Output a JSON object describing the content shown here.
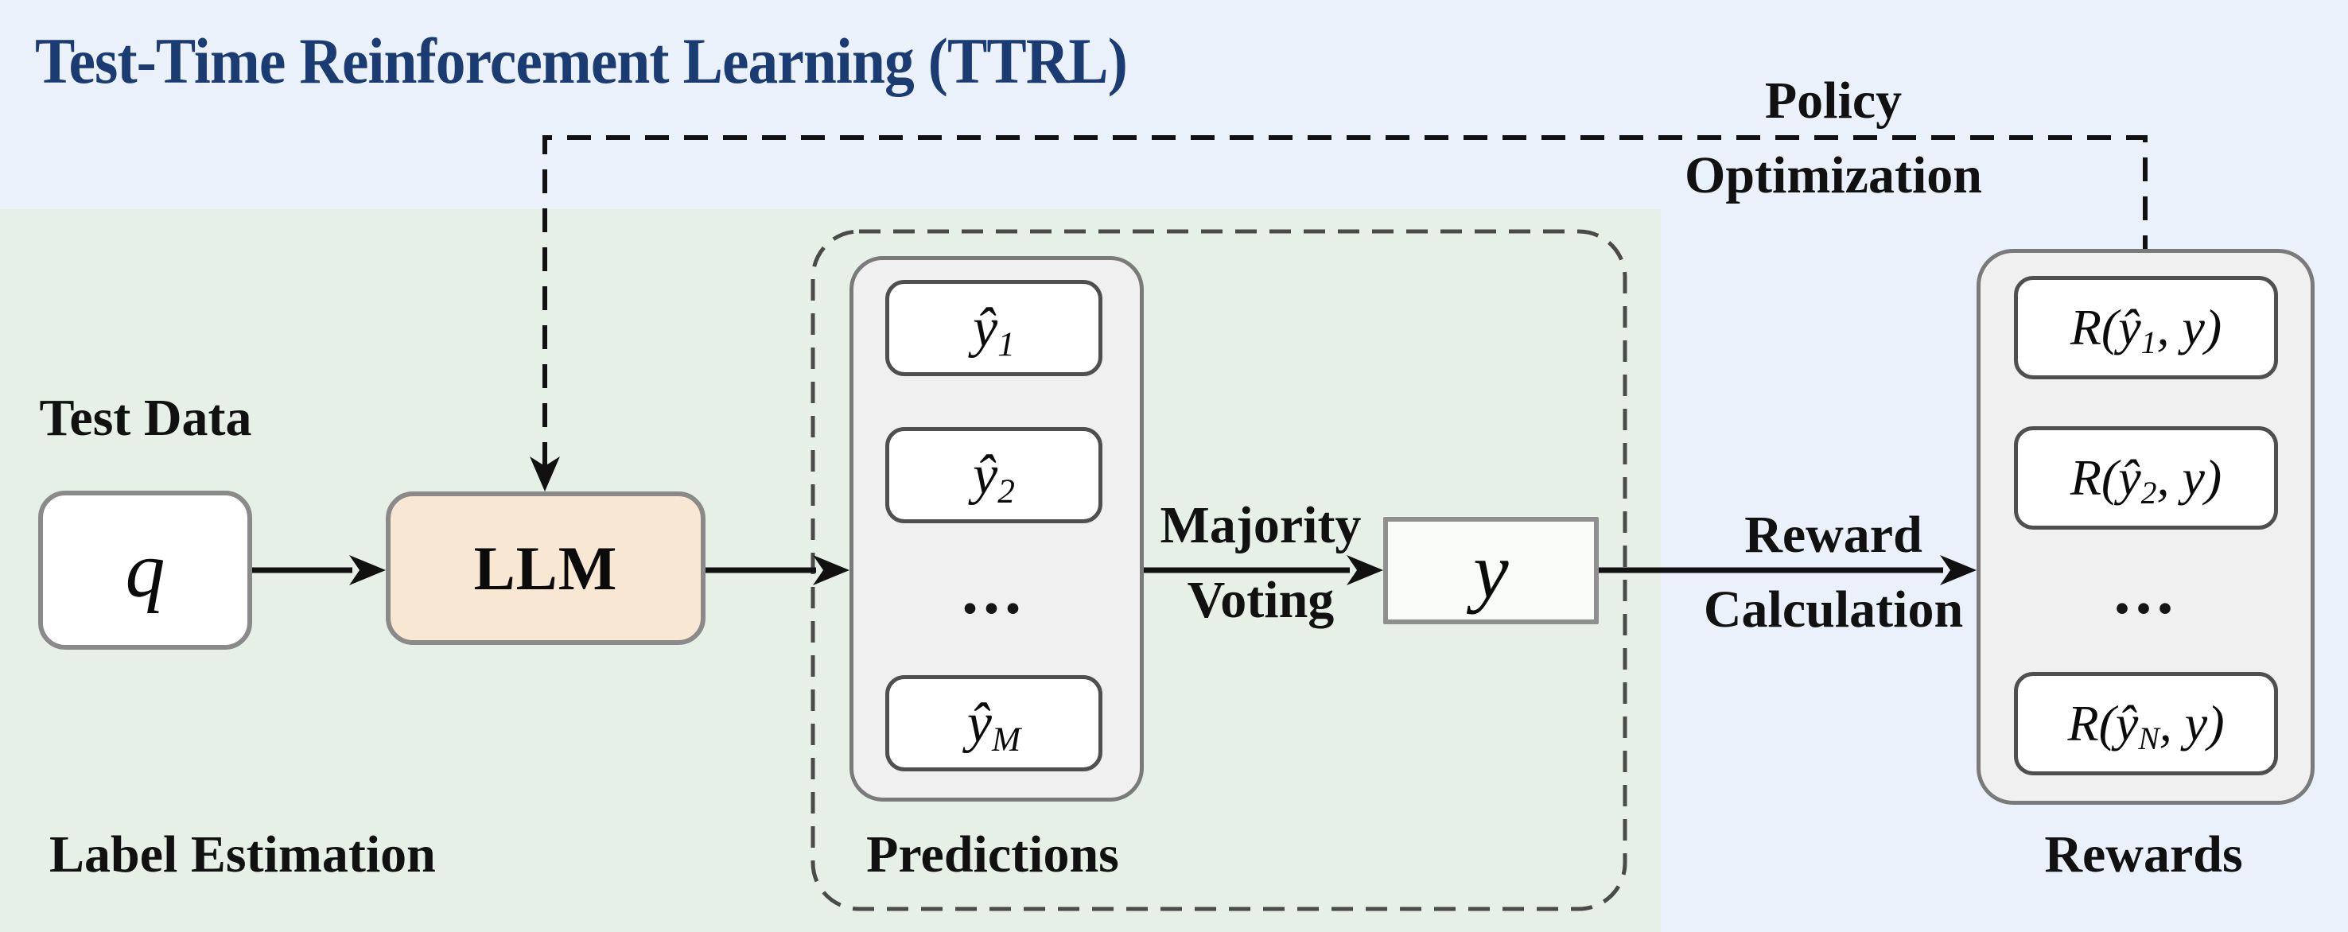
{
  "title": "Test-Time Reinforcement Learning (TTRL)",
  "colors": {
    "blue_bg": "#EAF1FA",
    "green_bg": "#E6F0E7",
    "navy": "#1B3C72",
    "llm_fill": "#F8E7D2",
    "group_fill": "#F0F0F0",
    "ybox_fill": "#F9FBF9",
    "ink": "#111111"
  },
  "labels": {
    "test_data": "Test Data",
    "label_estimation": "Label Estimation",
    "predictions": "Predictions",
    "rewards": "Rewards",
    "majority_voting_line1": "Majority",
    "majority_voting_line2": "Voting",
    "reward_calculation_line1": "Reward",
    "reward_calculation_line2": "Calculation",
    "policy_optimization_line1": "Policy",
    "policy_optimization_line2": "Optimization"
  },
  "nodes": {
    "query": "q",
    "llm": "LLM",
    "estimated_label": "y",
    "predictions": {
      "dots": "...",
      "items": [
        {
          "base": "ŷ",
          "sub": "1"
        },
        {
          "base": "ŷ",
          "sub": "2"
        },
        {
          "base": "ŷ",
          "sub": "M"
        }
      ]
    },
    "rewards": {
      "dots": "...",
      "items": [
        {
          "pre": "R(",
          "base": "ŷ",
          "sub": "1",
          "post": ", y)"
        },
        {
          "pre": "R(",
          "base": "ŷ",
          "sub": "2",
          "post": ", y)"
        },
        {
          "pre": "R(",
          "base": "ŷ",
          "sub": "N",
          "post": ", y)"
        }
      ]
    }
  }
}
